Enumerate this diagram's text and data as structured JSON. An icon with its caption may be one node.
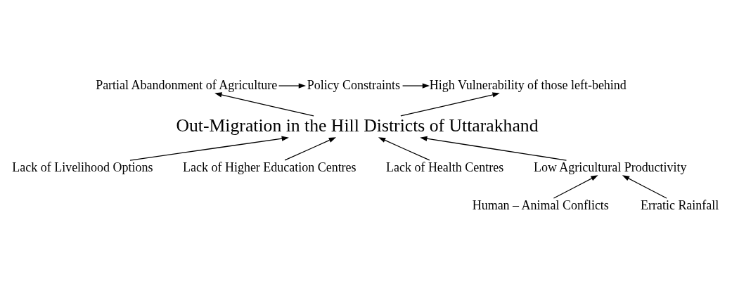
{
  "diagram": {
    "nodes": [
      {
        "text": [
          "Partial Abandonment of Agriculture"
        ]
      },
      {
        "text": [
          "Policy Constraints"
        ]
      },
      {
        "text": [
          "High Vulnerability of those left-behind"
        ]
      },
      {
        "text": [
          "Out-Migration in the Hill Districts of Uttarakhand"
        ]
      },
      {
        "text": [
          "Lack of Livelihood Options"
        ]
      },
      {
        "text": [
          "Lack of Higher Education Centres"
        ]
      },
      {
        "text": [
          "Lack of Health Centres"
        ]
      },
      {
        "text": [
          "Low Agricultural Productivity"
        ]
      },
      {
        "text": [
          "Human – Animal Conflicts"
        ]
      },
      {
        "text": [
          "Erratic Rainfall"
        ]
      }
    ],
    "edges": [
      {
        "from": 0,
        "to": 1,
        "arrow": "to"
      },
      {
        "from": 1,
        "to": 2,
        "arrow": "to"
      },
      {
        "from": 3,
        "to": 0,
        "arrow": "to"
      },
      {
        "from": 3,
        "to": 2,
        "arrow": "to"
      },
      {
        "from": 7,
        "to": 3,
        "arrow": "to"
      },
      {
        "from": 4,
        "to": 3,
        "arrow": "to"
      },
      {
        "from": 6,
        "to": 3,
        "arrow": "to"
      },
      {
        "from": 5,
        "to": 3,
        "arrow": "to"
      },
      {
        "from": 8,
        "to": 7,
        "arrow": "to"
      },
      {
        "from": 9,
        "to": 7,
        "arrow": "to"
      }
    ]
  }
}
